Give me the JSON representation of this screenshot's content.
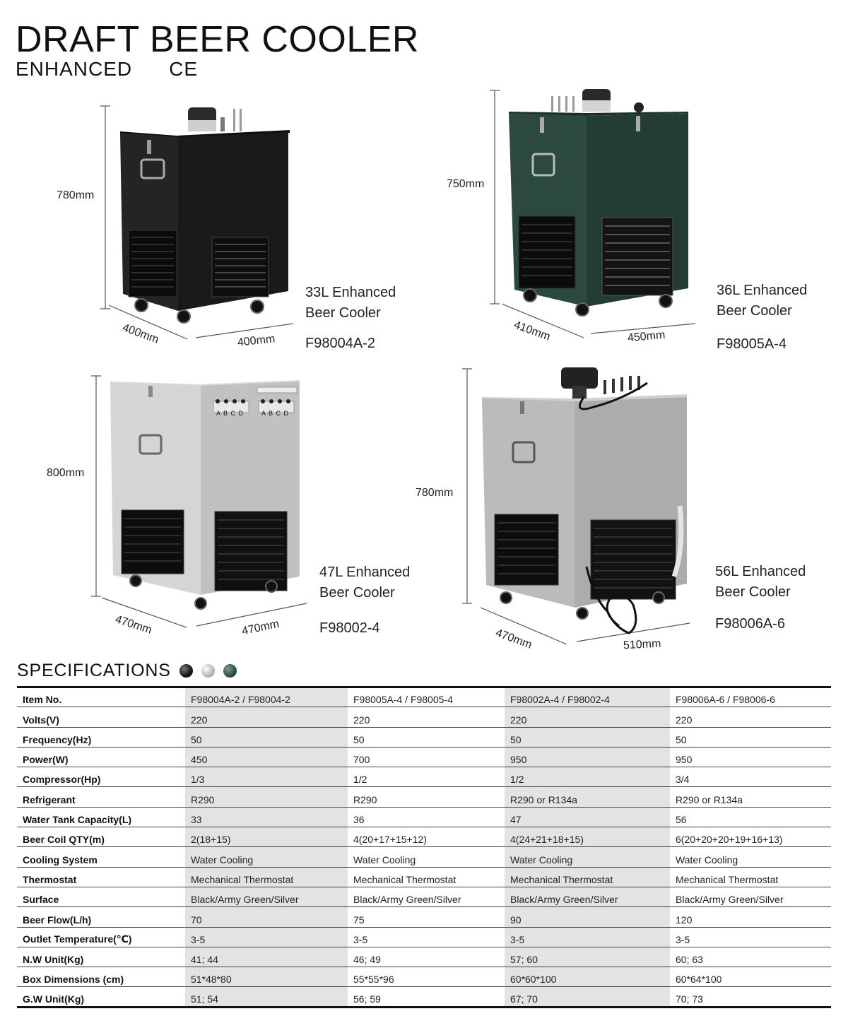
{
  "header": {
    "title": "DRAFT BEER COOLER",
    "subtitle": "ENHANCED",
    "cert": "CE"
  },
  "products": [
    {
      "name_line1": "33L Enhanced",
      "name_line2": "Beer Cooler",
      "model": "F98004A-2",
      "height": "780mm",
      "depth": "400mm",
      "width": "400mm",
      "color": "#1c1c1c"
    },
    {
      "name_line1": "36L Enhanced",
      "name_line2": "Beer Cooler",
      "model": "F98005A-4",
      "height": "750mm",
      "depth": "410mm",
      "width": "450mm",
      "color": "#254038"
    },
    {
      "name_line1": "47L Enhanced",
      "name_line2": "Beer Cooler",
      "model": "F98002-4",
      "height": "800mm",
      "depth": "470mm",
      "width": "470mm",
      "color": "#c6c8ca"
    },
    {
      "name_line1": "56L Enhanced",
      "name_line2": "Beer Cooler",
      "model": "F98006A-6",
      "height": "780mm",
      "depth": "470mm",
      "width": "510mm",
      "color": "#b4b6b8"
    }
  ],
  "panel_letters": [
    "A B C D",
    "A B C D"
  ],
  "specs": {
    "heading": "SPECIFICATIONS",
    "rows": [
      {
        "label": "Item No.",
        "values": [
          "F98004A-2 / F98004-2",
          "F98005A-4 / F98005-4",
          "F98002A-4 / F98002-4",
          "F98006A-6 / F98006-6"
        ]
      },
      {
        "label": "Volts(V)",
        "values": [
          "220",
          "220",
          "220",
          "220"
        ]
      },
      {
        "label": "Frequency(Hz)",
        "values": [
          "50",
          "50",
          "50",
          "50"
        ]
      },
      {
        "label": "Power(W)",
        "values": [
          "450",
          "700",
          "950",
          "950"
        ]
      },
      {
        "label": "Compressor(Hp)",
        "values": [
          "1/3",
          "1/2",
          "1/2",
          "3/4"
        ]
      },
      {
        "label": "Refrigerant",
        "values": [
          "R290",
          "R290",
          "R290 or R134a",
          "R290 or R134a"
        ]
      },
      {
        "label": "Water Tank Capacity(L)",
        "values": [
          "33",
          "36",
          "47",
          "56"
        ]
      },
      {
        "label": "Beer Coil QTY(m)",
        "values": [
          "2(18+15)",
          "4(20+17+15+12)",
          "4(24+21+18+15)",
          "6(20+20+20+19+16+13)"
        ]
      },
      {
        "label": "Cooling System",
        "values": [
          "Water Cooling",
          "Water Cooling",
          "Water Cooling",
          "Water Cooling"
        ]
      },
      {
        "label": "Thermostat",
        "values": [
          "Mechanical Thermostat",
          "Mechanical Thermostat",
          "Mechanical Thermostat",
          "Mechanical Thermostat"
        ]
      },
      {
        "label": "Surface",
        "values": [
          "Black/Army Green/Silver",
          "Black/Army Green/Silver",
          "Black/Army Green/Silver",
          "Black/Army Green/Silver"
        ]
      },
      {
        "label": "Beer Flow(L/h)",
        "values": [
          "70",
          "75",
          "90",
          "120"
        ]
      },
      {
        "label": "Outlet Temperature(℃)",
        "values": [
          "3-5",
          "3-5",
          "3-5",
          "3-5"
        ]
      },
      {
        "label": "N.W Unit(Kg)",
        "values": [
          "41; 44",
          "46; 49",
          "57; 60",
          "60; 63"
        ]
      },
      {
        "label": "Box Dimensions (cm)",
        "values": [
          "51*48*80",
          "55*55*96",
          "60*60*100",
          "60*64*100"
        ]
      },
      {
        "label": "G.W Unit(Kg)",
        "values": [
          "51; 54",
          "56; 59",
          "67; 70",
          "70; 73"
        ]
      }
    ]
  },
  "swatches": [
    "#111111",
    "#b9bcc1",
    "#2d4b45"
  ]
}
